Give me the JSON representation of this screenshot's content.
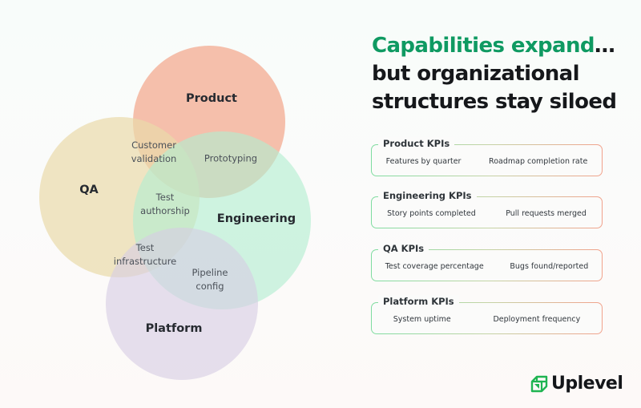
{
  "venn": {
    "circles": [
      {
        "name": "Product",
        "color": "#f5b9a4"
      },
      {
        "name": "QA",
        "color": "#ede0b8"
      },
      {
        "name": "Engineering",
        "color": "#c3f2da"
      },
      {
        "name": "Platform",
        "color": "#ddd6e8"
      }
    ],
    "labels": {
      "product": "Product",
      "qa": "QA",
      "engineering": "Engineering",
      "platform": "Platform"
    },
    "overlaps": {
      "customer_validation": [
        "Customer",
        "validation"
      ],
      "prototyping": "Prototyping",
      "test_authorship": [
        "Test",
        "authorship"
      ],
      "test_infrastructure": [
        "Test",
        "infrastructure"
      ],
      "pipeline_config": [
        "Pipeline",
        "config"
      ]
    }
  },
  "headline": {
    "accent": "Capabilities expand",
    "ellipsis": "…",
    "line2": "but organizational",
    "line3": "structures stay siloed",
    "accent_color": "#0f9a62"
  },
  "kpis": [
    {
      "title": "Product KPIs",
      "items": [
        "Features by quarter",
        "Roadmap completion rate"
      ]
    },
    {
      "title": "Engineering KPIs",
      "items": [
        "Story points completed",
        "Pull requests merged"
      ]
    },
    {
      "title": "QA KPIs",
      "items": [
        "Test coverage percentage",
        "Bugs found/reported"
      ]
    },
    {
      "title": "Platform KPIs",
      "items": [
        "System uptime",
        "Deployment frequency"
      ]
    }
  ],
  "brand": {
    "name": "Uplevel",
    "logo_icon": "uplevel-cube-arrow-icon",
    "color": "#1fb452"
  }
}
